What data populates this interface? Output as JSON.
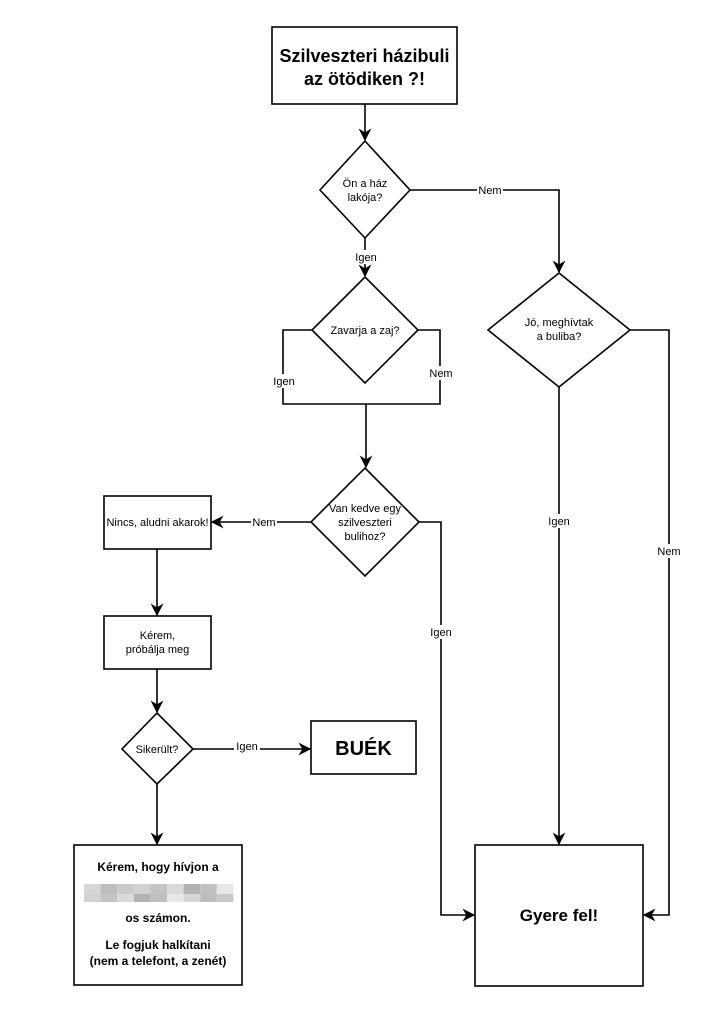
{
  "diagram": {
    "type": "flowchart",
    "nodes": {
      "start": {
        "kind": "process",
        "lines": [
          "Szilveszteri házibuli",
          "az ötödiken ?!"
        ],
        "bold": true
      },
      "resident": {
        "kind": "decision",
        "lines": [
          "Ön a ház",
          "lakója?"
        ]
      },
      "noise": {
        "kind": "decision",
        "lines": [
          "Zavarja a zaj?"
        ]
      },
      "invited": {
        "kind": "decision",
        "lines": [
          "Jó, meghívtak",
          "a buliba?"
        ]
      },
      "mood": {
        "kind": "decision",
        "lines": [
          "Van kedve egy",
          "szilveszteri",
          "bulihoz?"
        ]
      },
      "sleep": {
        "kind": "process",
        "lines": [
          "Nincs, aludni akarok!"
        ]
      },
      "try": {
        "kind": "process",
        "lines": [
          "Kérem,",
          "próbálja meg"
        ]
      },
      "success": {
        "kind": "decision",
        "lines": [
          "Sikerült?"
        ]
      },
      "buek": {
        "kind": "process",
        "lines": [
          "BUÉK"
        ],
        "bold": true
      },
      "call": {
        "kind": "process",
        "lines": [
          "Kérem, hogy hívjon a",
          "[redacted phone number]",
          "os számon.",
          "",
          "Le fogjuk halkítani",
          "(nem a telefont, a zenét)"
        ],
        "bold": true,
        "redacted_line": 1
      },
      "comeup": {
        "kind": "process",
        "lines": [
          "Gyere fel!"
        ],
        "bold": true
      }
    },
    "edges": [
      {
        "from": "start",
        "to": "resident",
        "label": ""
      },
      {
        "from": "resident",
        "to": "noise",
        "label": "Igen"
      },
      {
        "from": "resident",
        "to": "invited",
        "label": "Nem"
      },
      {
        "from": "noise",
        "to": "mood",
        "label": "Igen"
      },
      {
        "from": "noise",
        "to": "mood",
        "label": "Nem"
      },
      {
        "from": "invited",
        "to": "comeup",
        "label": "Igen"
      },
      {
        "from": "invited",
        "to": "comeup",
        "label": "Nem"
      },
      {
        "from": "mood",
        "to": "sleep",
        "label": "Nem"
      },
      {
        "from": "mood",
        "to": "comeup",
        "label": "Igen"
      },
      {
        "from": "sleep",
        "to": "try",
        "label": ""
      },
      {
        "from": "try",
        "to": "success",
        "label": ""
      },
      {
        "from": "success",
        "to": "buek",
        "label": "Igen"
      },
      {
        "from": "success",
        "to": "call",
        "label": ""
      }
    ]
  },
  "labels": {
    "yes": "Igen",
    "no": "Nem"
  },
  "colors": {
    "stroke": "#000000",
    "background": "#ffffff",
    "redaction": [
      "#d6d6d6",
      "#bdbdbd",
      "#c9c9c9",
      "#d2d2d2",
      "#c4c4c4",
      "#dadada",
      "#b3b3b3",
      "#c0c0c0",
      "#e8e8e8"
    ]
  }
}
